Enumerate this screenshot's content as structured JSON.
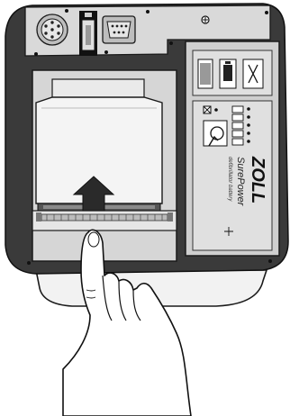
{
  "battery_label": {
    "brand": "ZOLL",
    "product": "SurePower",
    "subtitle": "defibrillator battery"
  },
  "colors": {
    "housing": "#3a3a3a",
    "panel": "#cfcfcf",
    "panel_light": "#e4e4e4",
    "line": "#1a1a1a",
    "arrow": "#2a2a2a"
  },
  "icons": [
    "connector-round-icon",
    "connector-slot-icon",
    "connector-dsub-icon",
    "screw-icon",
    "battery-inserted-icon",
    "battery-test-icon",
    "battery-gauge-icon",
    "push-arrow-icon",
    "hand-icon"
  ]
}
